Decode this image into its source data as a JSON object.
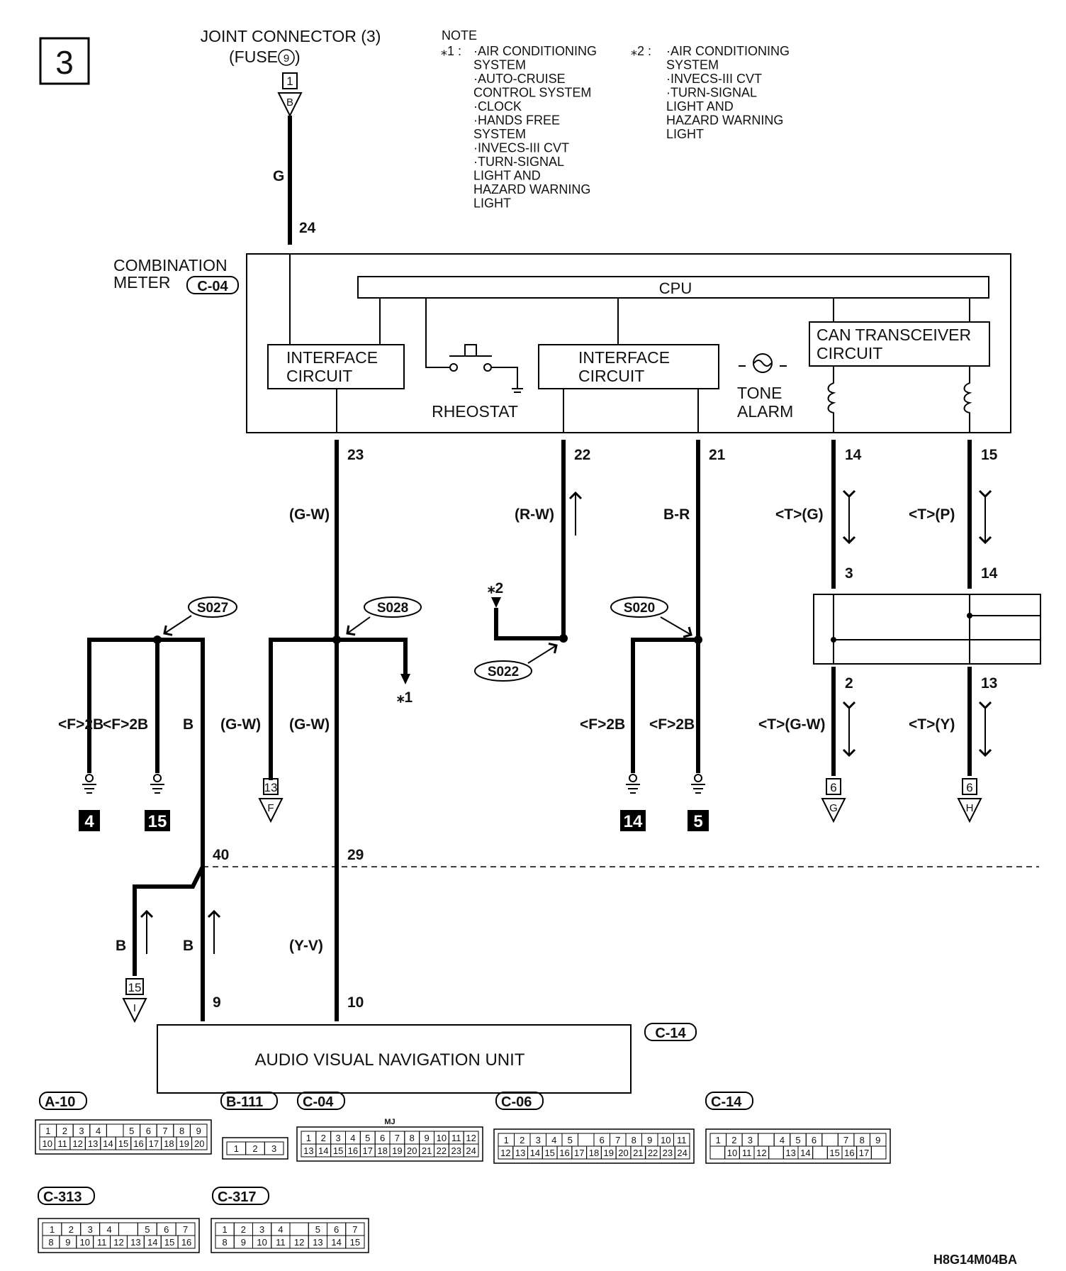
{
  "page_number": "3",
  "joint": {
    "line1": "JOINT CONNECTOR (3)",
    "line2": "(FUSE",
    "fuse": "9",
    "line2_end": ")",
    "terminal": "1",
    "arrow_letter": "B"
  },
  "note": {
    "title": "NOTE",
    "star1_key": "⁎1 :",
    "star1_lines": [
      "·AIR CONDITIONING",
      "SYSTEM",
      "·AUTO-CRUISE",
      "CONTROL SYSTEM",
      "·CLOCK",
      "·HANDS FREE",
      "SYSTEM",
      "·INVECS-III CVT",
      "·TURN-SIGNAL",
      "LIGHT AND",
      "HAZARD WARNING",
      "LIGHT"
    ],
    "star2_key": "⁎2 :",
    "star2_lines": [
      "·AIR CONDITIONING",
      "SYSTEM",
      "·INVECS-III CVT",
      "·TURN-SIGNAL",
      "LIGHT AND",
      "HAZARD WARNING",
      "LIGHT"
    ]
  },
  "meter": {
    "label1": "COMBINATION",
    "label2": "METER",
    "connector": "C-04",
    "cpu": "CPU",
    "if1_l1": "INTERFACE",
    "if1_l2": "CIRCUIT",
    "if2_l1": "INTERFACE",
    "if2_l2": "CIRCUIT",
    "can_l1": "CAN TRANSCEIVER",
    "can_l2": "CIRCUIT",
    "rheostat": "RHEOSTAT",
    "tone_l1": "TONE",
    "tone_l2": "ALARM"
  },
  "pins": {
    "p24": "24",
    "p23": "23",
    "p22": "22",
    "p21": "21",
    "p14": "14",
    "p15": "15",
    "j3": "3",
    "j14": "14",
    "j2": "2",
    "j13": "13",
    "p40": "40",
    "p29": "29",
    "p9": "9",
    "p10": "10"
  },
  "wires": {
    "g": "G",
    "gw": "(G-W)",
    "rw": "(R-W)",
    "br": "B-R",
    "tg": "<T>(G)",
    "tp": "<T>(P)",
    "f2b_1": "<F>2B",
    "f2b_2": "<F>2B",
    "b1": "B",
    "gw2": "(G-W)",
    "gw3": "(G-W)",
    "f2b_3": "<F>2B",
    "f2b_4": "<F>2B",
    "tgw": "<T>(G-W)",
    "ty": "<T>(Y)",
    "b2": "B",
    "b3": "B",
    "yv": "(Y-V)"
  },
  "splices": {
    "s027": "S027",
    "s028": "S028",
    "s022": "S022",
    "s020": "S020"
  },
  "stars": {
    "star1": "⁎1",
    "star2": "⁎2"
  },
  "grounds": {
    "g4": "4",
    "g15": "15",
    "g14": "14",
    "g5": "5"
  },
  "refs": {
    "f_num": "13",
    "f_let": "F",
    "g_num": "6",
    "g_let": "G",
    "h_num": "6",
    "h_let": "H",
    "i_num": "15",
    "i_let": "I"
  },
  "avn": {
    "label": "AUDIO VISUAL NAVIGATION UNIT",
    "connector": "C-14"
  },
  "connectors": [
    {
      "id": "A-10",
      "row1": [
        "1",
        "2",
        "3",
        "4",
        "",
        "5",
        "6",
        "7",
        "8",
        "9"
      ],
      "row2": [
        "10",
        "11",
        "12",
        "13",
        "14",
        "15",
        "16",
        "17",
        "18",
        "19",
        "20"
      ]
    },
    {
      "id": "B-111",
      "row1": [
        "1",
        "2",
        "3"
      ]
    },
    {
      "id": "C-04",
      "row1": [
        "1",
        "2",
        "3",
        "4",
        "5",
        "6",
        "7",
        "8",
        "9",
        "10",
        "11",
        "12"
      ],
      "row2": [
        "13",
        "14",
        "15",
        "16",
        "17",
        "18",
        "19",
        "20",
        "21",
        "22",
        "23",
        "24"
      ],
      "tag": "MJ"
    },
    {
      "id": "C-06",
      "row1": [
        "1",
        "2",
        "3",
        "4",
        "5",
        "",
        "6",
        "7",
        "8",
        "9",
        "10",
        "11"
      ],
      "row2": [
        "12",
        "13",
        "14",
        "15",
        "16",
        "17",
        "18",
        "19",
        "20",
        "21",
        "22",
        "23",
        "24"
      ]
    },
    {
      "id": "C-14",
      "row1": [
        "1",
        "2",
        "3",
        "",
        "4",
        "5",
        "6",
        "",
        "7",
        "8",
        "9"
      ],
      "row2": [
        "",
        "10",
        "11",
        "12",
        "",
        "13",
        "14",
        "",
        "15",
        "16",
        "17",
        ""
      ]
    },
    {
      "id": "C-313",
      "row1": [
        "1",
        "2",
        "3",
        "4",
        "",
        "5",
        "6",
        "7"
      ],
      "row2": [
        "8",
        "9",
        "10",
        "11",
        "12",
        "13",
        "14",
        "15",
        "16"
      ]
    },
    {
      "id": "C-317",
      "row1": [
        "1",
        "2",
        "3",
        "4",
        "",
        "5",
        "6",
        "7"
      ],
      "row2": [
        "8",
        "9",
        "10",
        "11",
        "12",
        "13",
        "14",
        "15"
      ]
    }
  ],
  "drawing_code": "H8G14M04BA"
}
